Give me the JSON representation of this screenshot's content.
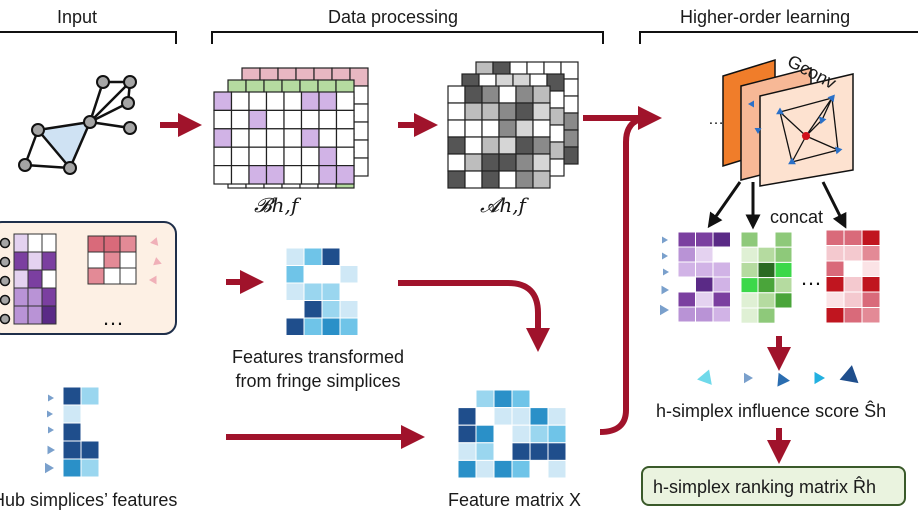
{
  "headers": {
    "input": "Input",
    "processing": "Data processing",
    "learning": "Higher-order learning"
  },
  "labels": {
    "b_matrix": "𝓑h,f",
    "a_matrix": "𝓐h,f",
    "fringe_line1": "Features transformed",
    "fringe_line2": "from fringe simplices",
    "hub": "Hub simplices’ features",
    "feature_matrix": "Feature matrix X",
    "gconv": "Gconv",
    "concat": "concat",
    "ellipsis": "…",
    "influence": "h-simplex influence score Ŝh",
    "ranking": "h-simplex ranking matrix R̂h"
  },
  "colors": {
    "arrow": "#a0132b",
    "purple": "#7b3fa0",
    "green": "#4aa53a",
    "red": "#c0151f",
    "blue": "#1f4e8c",
    "orange": "#f07d2a"
  }
}
